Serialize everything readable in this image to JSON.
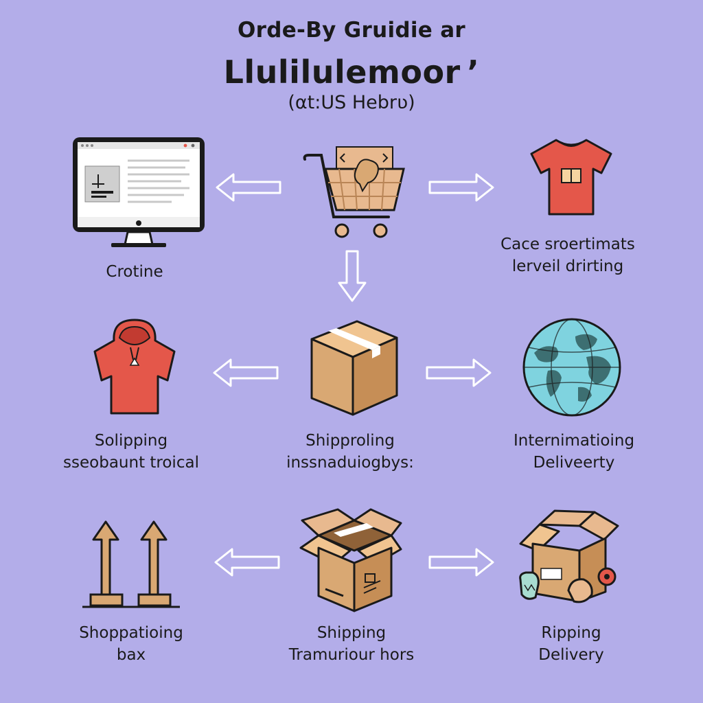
{
  "header": {
    "line1": "Orde-By Gruidie ar",
    "line2": "Llulilulemoor ʼ",
    "line3": "(αt:US Hebrʋ)"
  },
  "nodes": [
    {
      "icon": "computer-monitor-icon",
      "lines": [
        "Crotine"
      ]
    },
    {
      "icon": "shopping-cart-icon",
      "lines": []
    },
    {
      "icon": "t-shirt-icon",
      "lines": [
        "Cace sroertimats",
        "lerveil drirting"
      ]
    },
    {
      "icon": "hoodie-icon",
      "lines": [
        "Solipping",
        "sseobaunt troical"
      ]
    },
    {
      "icon": "cardboard-box-icon",
      "lines": [
        "Shipproling",
        "inssnaduiogbys:"
      ]
    },
    {
      "icon": "globe-icon",
      "lines": [
        "Internimatioing",
        "Deliveerty"
      ]
    },
    {
      "icon": "upward-arrows-icon",
      "lines": [
        "Shoppatioing",
        "bax"
      ]
    },
    {
      "icon": "open-box-icon",
      "lines": [
        "Shipping",
        "Tramuriour hors"
      ]
    },
    {
      "icon": "delivery-box-icon",
      "lines": [
        "Ripping",
        "Delivery"
      ]
    }
  ],
  "colors": {
    "background": "#b3ade9",
    "shirt": "#e4574a",
    "box": "#d9a873",
    "globe": "#7fd3df",
    "continents": "#3d6f72",
    "outline": "#1a1a1a"
  }
}
